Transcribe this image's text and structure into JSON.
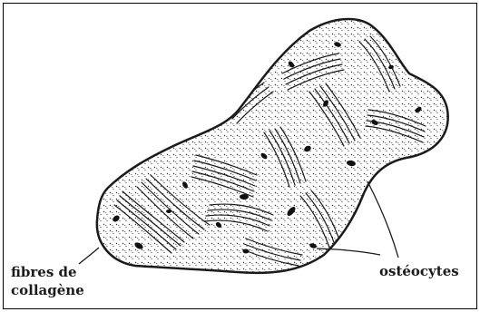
{
  "labels": {
    "fibres_line1": "fibres de",
    "fibres_line2": "collagène",
    "osteocytes": "ostéocytes"
  },
  "colors": {
    "ink": "#1b1b1b",
    "background": "#ffffff",
    "frame": "#000000"
  }
}
